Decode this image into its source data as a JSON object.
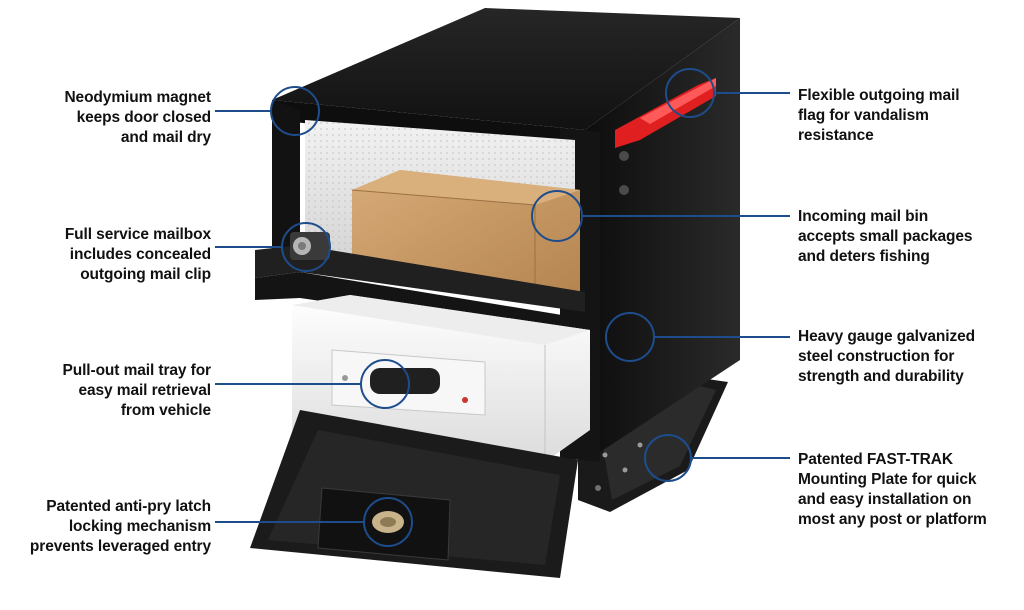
{
  "colors": {
    "callout_line": "#1e4d8c",
    "box_black": "#161616",
    "flag_red": "#e02020",
    "package_brown": "#c79a66",
    "tray_white": "#f4f4f4"
  },
  "callouts": {
    "magnet": {
      "lines": [
        "Neodymium magnet",
        "keeps door closed",
        "and mail dry"
      ]
    },
    "clip": {
      "lines": [
        "Full service mailbox",
        "includes concealed",
        "outgoing mail clip"
      ]
    },
    "tray": {
      "lines": [
        "Pull-out mail tray for",
        "easy mail retrieval",
        "from vehicle"
      ]
    },
    "latch": {
      "lines": [
        "Patented anti-pry latch",
        "locking mechanism",
        "prevents leveraged entry"
      ]
    },
    "flag": {
      "lines": [
        "Flexible outgoing mail",
        "flag for vandalism",
        "resistance"
      ]
    },
    "bin": {
      "lines": [
        "Incoming mail bin",
        "accepts small packages",
        "and deters fishing"
      ]
    },
    "steel": {
      "lines": [
        "Heavy gauge galvanized",
        "steel construction for",
        "strength and durability"
      ]
    },
    "plate": {
      "lines": [
        "Patented FAST-TRAK",
        "Mounting Plate for quick",
        "and easy installation on",
        "most any post or platform"
      ]
    }
  }
}
